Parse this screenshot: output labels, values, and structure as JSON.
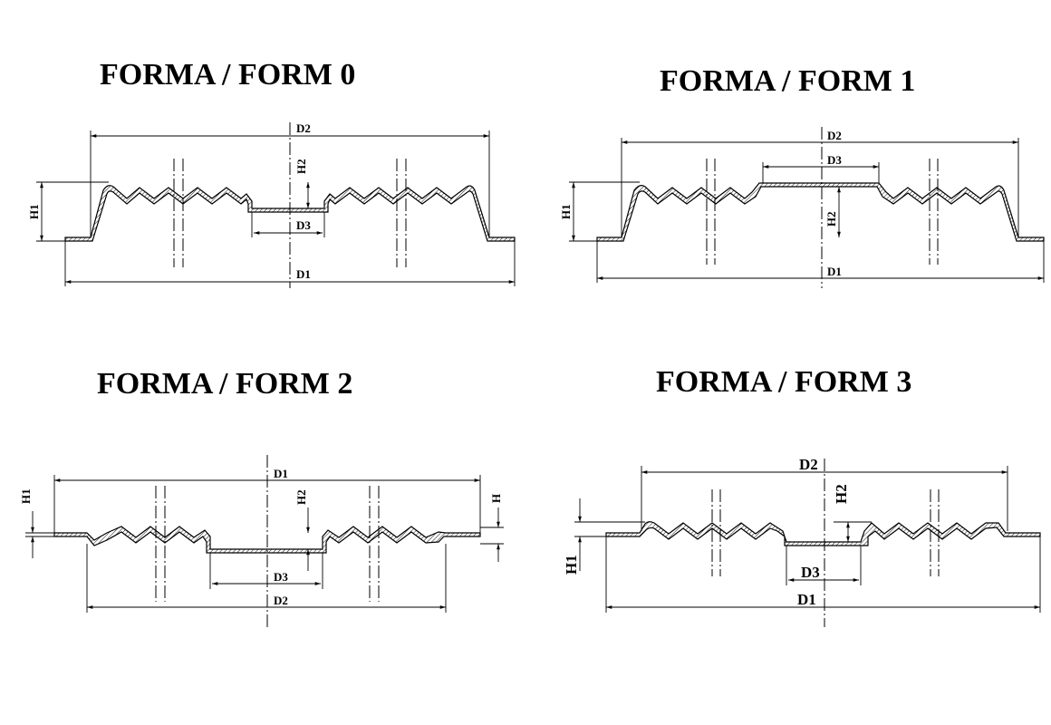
{
  "colors": {
    "line": "#000000",
    "background": "#ffffff"
  },
  "panels": [
    {
      "title": "FORMA / FORM  0",
      "labels": {
        "D1": "D1",
        "D2": "D2",
        "D3": "D3",
        "H1": "H1",
        "H2": "H2"
      }
    },
    {
      "title": "FORMA / FORM  1",
      "labels": {
        "D1": "D1",
        "D2": "D2",
        "D3": "D3",
        "H1": "H1",
        "H2": "H2"
      }
    },
    {
      "title": "FORMA / FORM  2",
      "labels": {
        "D1": "D1",
        "D2": "D2",
        "D3": "D3",
        "H1": "H1",
        "H2": "H2",
        "H": "H"
      }
    },
    {
      "title": "FORMA / FORM  3",
      "labels": {
        "D1": "D1",
        "D2": "D2",
        "D3": "D3",
        "H1": "H1",
        "H2": "H2"
      }
    }
  ]
}
